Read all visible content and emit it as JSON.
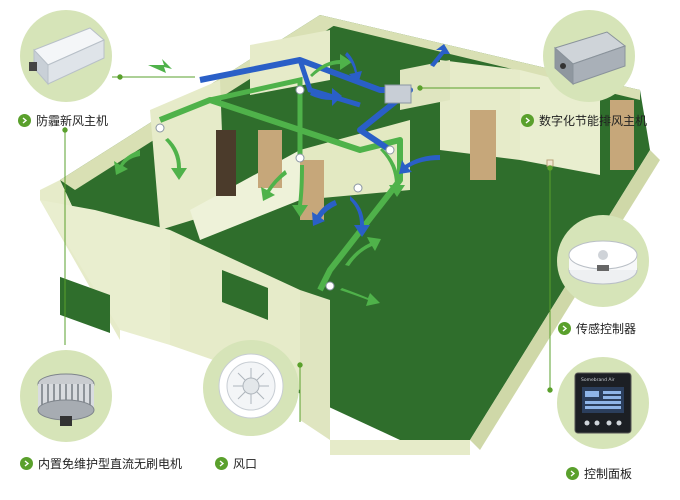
{
  "callouts": {
    "fresh_air_unit": "防霾新风主机",
    "exhaust_unit": "数字化节能排风主机",
    "sensor_controller": "传感控制器",
    "brushless_motor": "内置免维护型直流无刷电机",
    "air_vent": "风口",
    "control_panel": "控制面板"
  },
  "device_badge_text": "Somebrand Air",
  "colors": {
    "accent_green": "#5aa02c",
    "bubble_bg": "#d6e4b8",
    "floor_green": "#2f6e2c",
    "wall": "#e6ebc9",
    "duct_blue": "#2a5fc7",
    "duct_green": "#4fb24a"
  }
}
